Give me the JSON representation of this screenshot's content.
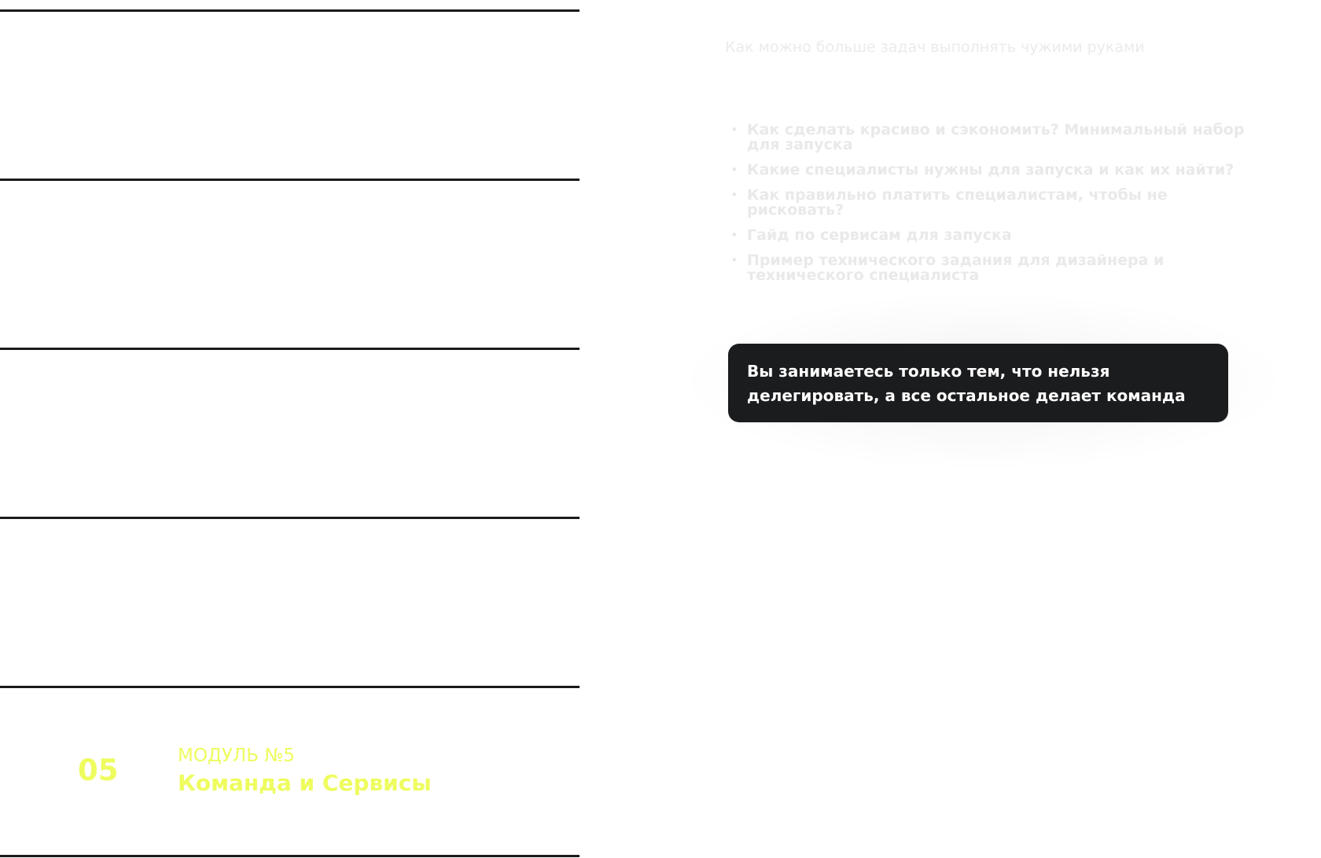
{
  "subtitle": "Как можно больше задач выполнять чужими руками",
  "topics": [
    "Как сделать красиво и сэкономить? Минимальный набор для запуска",
    "Какие специалисты нужны для запуска и как их найти?",
    "Как правильно платить специалистам, чтобы не рисковать?",
    "Гайд по сервисам для запуска",
    "Пример технического задания для дизайнера и технического специалиста"
  ],
  "callout": "Вы занимаетесь только тем, что нельзя делегировать, а все остальное делает команда",
  "module": {
    "number": "05",
    "label": "МОДУЛЬ №5",
    "title": "Команда и Сервисы"
  },
  "colors": {
    "accent": "#eefc5e",
    "dark": "#1b1c1e"
  }
}
